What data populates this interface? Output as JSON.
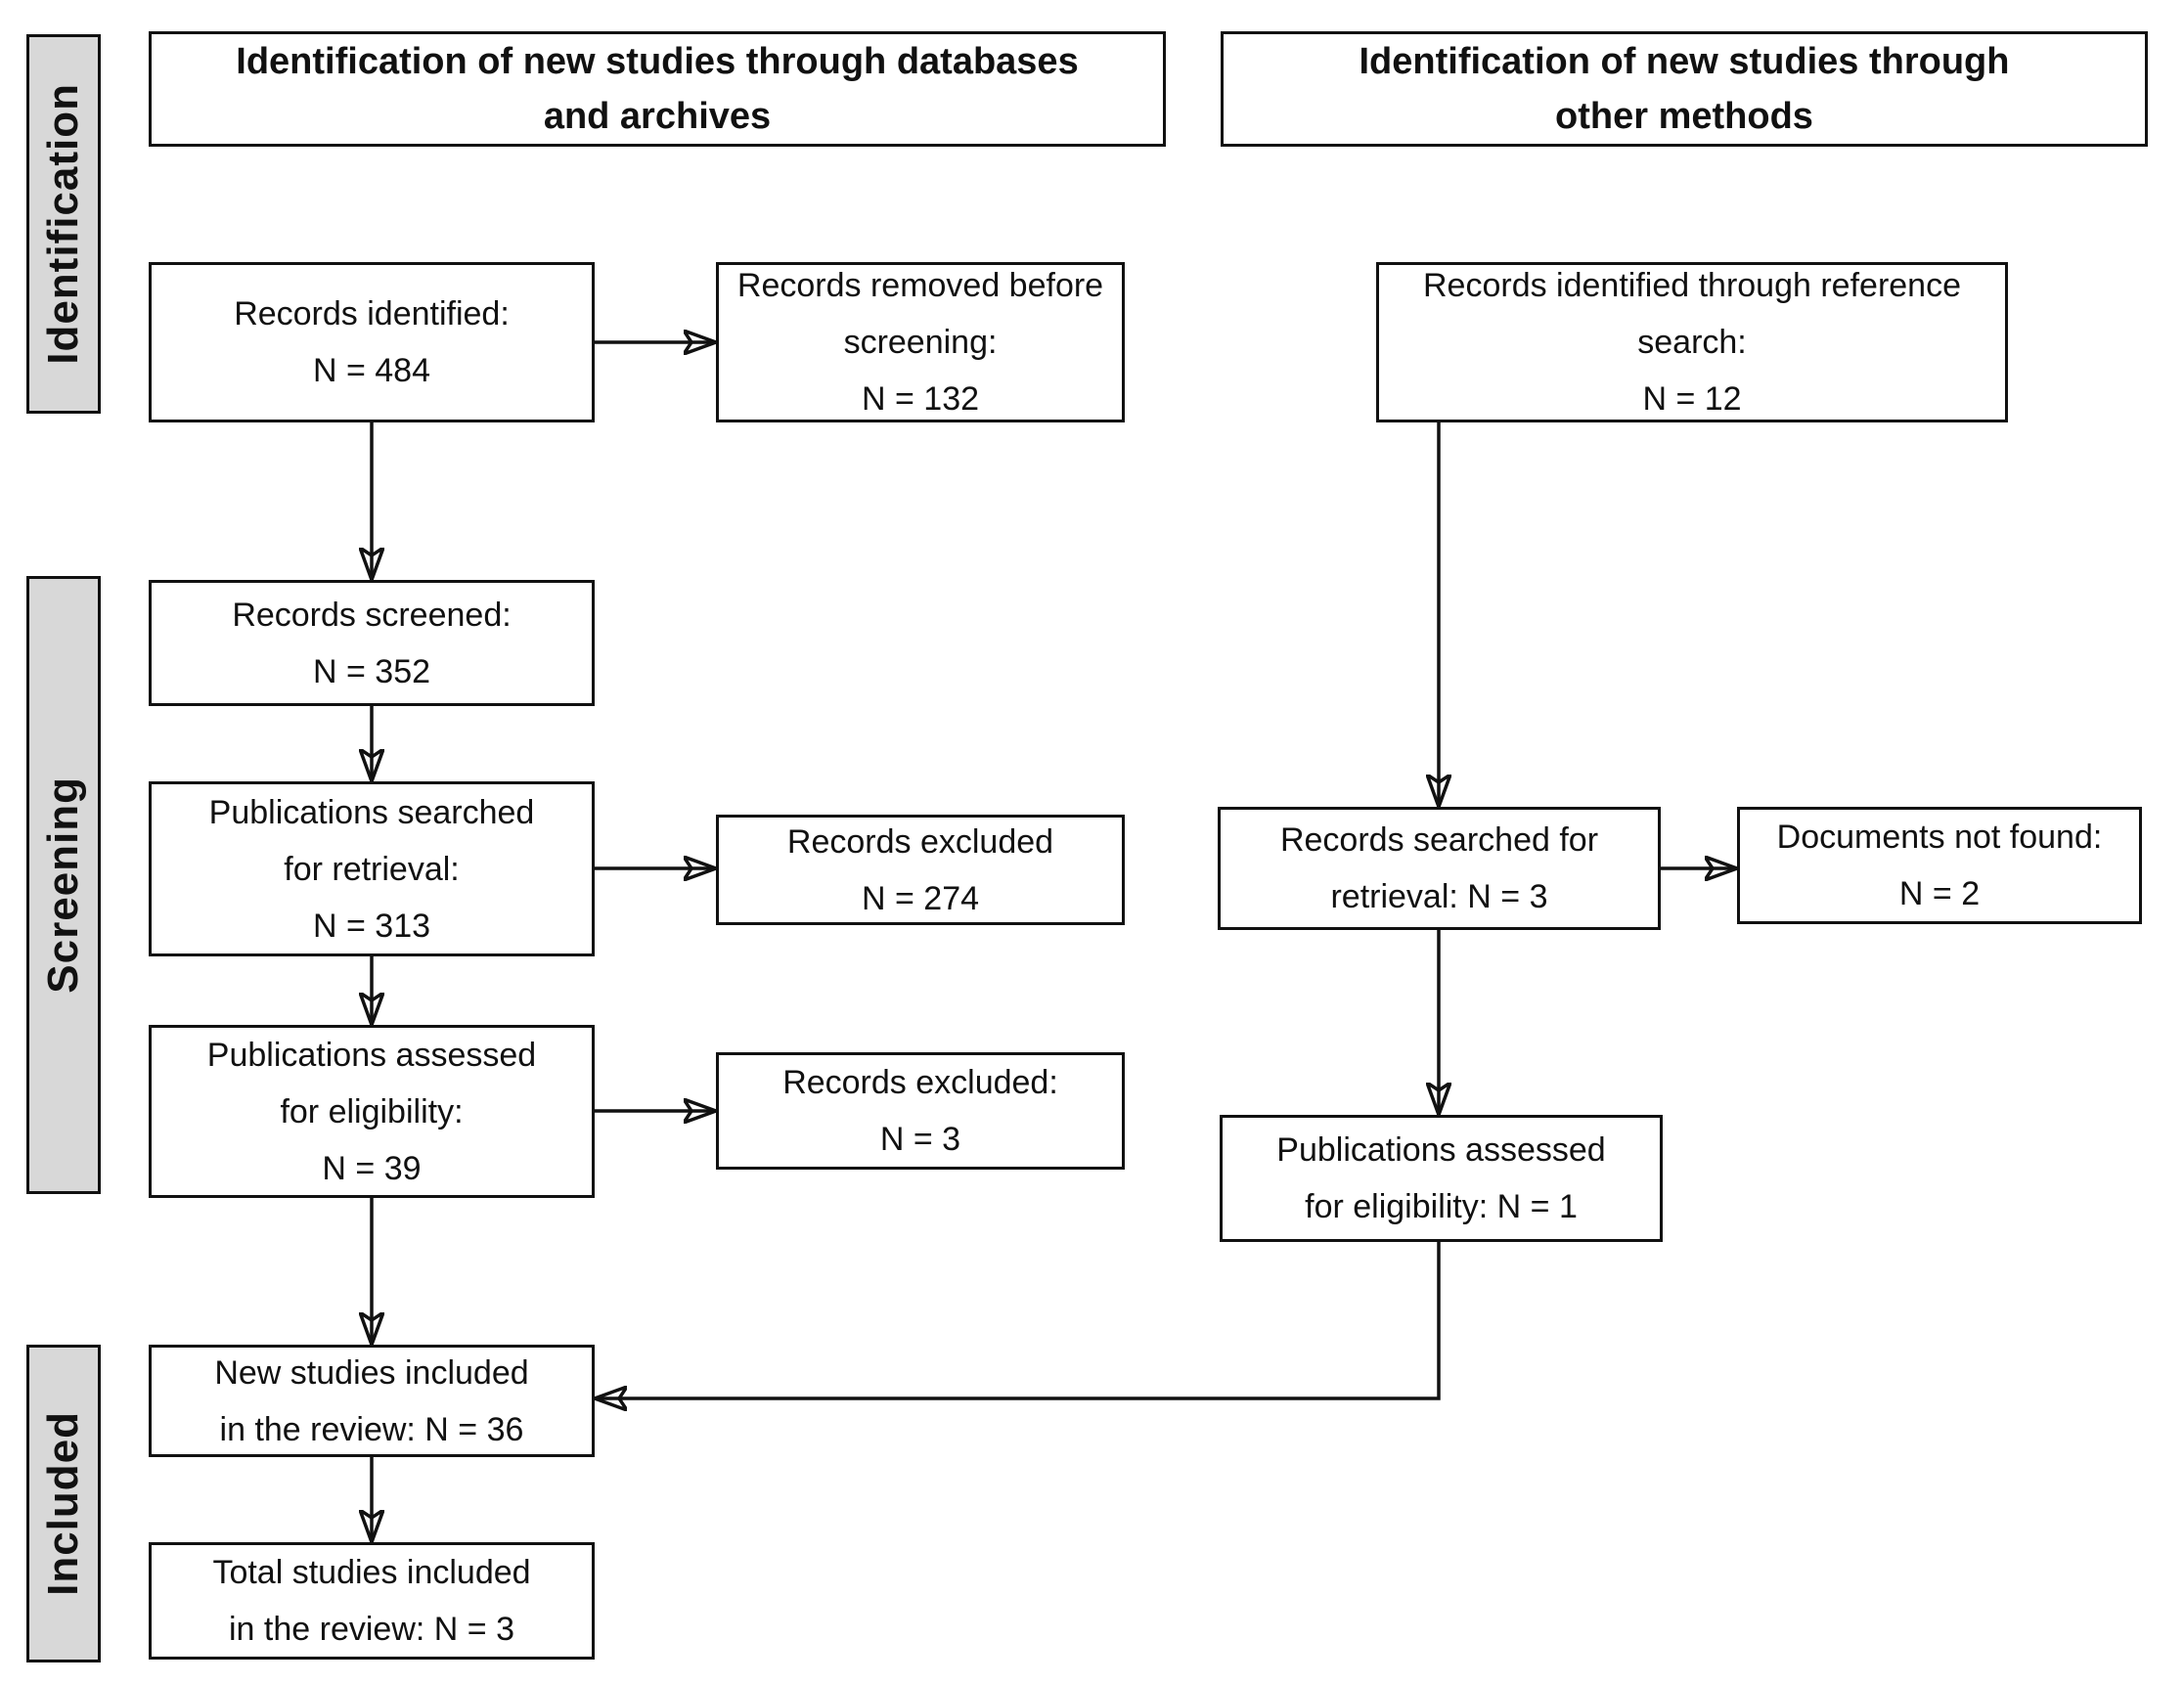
{
  "diagram_title": "PRISMA flow diagram",
  "colors": {
    "background": "#ffffff",
    "box_border": "#111111",
    "text": "#111111",
    "sidebar_fill": "#d8d8d8"
  },
  "sidebar": {
    "identification": "Identification",
    "screening": "Screening",
    "included": "Included"
  },
  "headers": {
    "databases": "Identification of new studies through databases\nand archives",
    "other_methods": "Identification of new studies through\nother methods"
  },
  "boxes": {
    "records_identified": "Records identified:\nN = 484",
    "records_removed": "Records removed before\nscreening:\nN = 132",
    "records_identified_reference": "Records identified through reference\nsearch:\nN = 12",
    "records_screened": "Records screened:\nN = 352",
    "publications_searched": "Publications searched\nfor retrieval:\nN = 313",
    "records_excluded_screening": "Records excluded\nN = 274",
    "records_searched_retrieval": "Records searched for\nretrieval: N = 3",
    "documents_not_found": "Documents not found:\nN = 2",
    "publications_assessed": "Publications assessed\nfor eligibility:\nN = 39",
    "records_excluded_eligibility": "Records excluded:\nN = 3",
    "publications_assessed_other": "Publications assessed\nfor eligibility: N = 1",
    "new_studies_included": "New studies included\nin the review: N = 36",
    "total_studies_included": "Total studies included\nin the review: N = 3"
  },
  "counts": {
    "records_identified": 484,
    "records_removed_before_screening": 132,
    "records_identified_reference_search": 12,
    "records_screened": 352,
    "publications_searched_for_retrieval": 313,
    "records_excluded_screening": 274,
    "records_searched_for_retrieval": 3,
    "documents_not_found": 2,
    "publications_assessed_for_eligibility": 39,
    "records_excluded_eligibility": 3,
    "publications_assessed_other_methods": 1,
    "new_studies_included_in_review": 36,
    "total_studies_included_in_review": 3
  }
}
